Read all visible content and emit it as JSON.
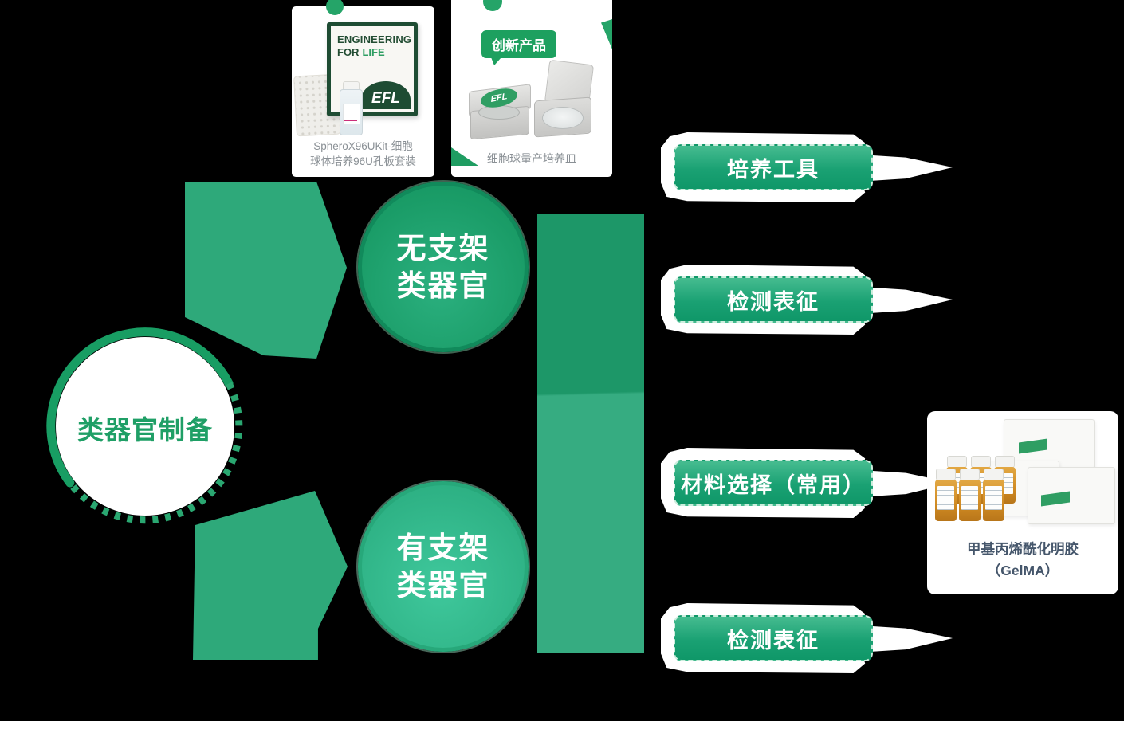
{
  "colors": {
    "background": "#000000",
    "band_dark_green": "#1d9768",
    "band_light_green": "#36ac81",
    "wedge_green": "#2ea97a",
    "button_green_top": "#46bc90",
    "button_green_bottom": "#0f9768",
    "badge_green": "#1da05f",
    "kit_box_dark_green": "#1e4c33",
    "root_text_green": "#1f9f66",
    "node_top_green": "#1a9c67",
    "node_bottom_green": "#2fb386"
  },
  "products": {
    "sphero_kit": {
      "box_line1": "ENGINEERING",
      "box_line2_a": "FOR",
      "box_line2_b": "LIFE",
      "logo": "EFL",
      "caption_line1": "SpheroX96UKit-细胞",
      "caption_line2": "球体培养96U孔板套装"
    },
    "mass_dish": {
      "badge": "创新产品",
      "logo": "EFL",
      "caption": "细胞球量产培养皿"
    },
    "gelma": {
      "caption_line1": "甲基丙烯酰化明胶",
      "caption_line2": "（GelMA）"
    }
  },
  "diagram": {
    "root_label": "类器官制备",
    "branch_top": {
      "line1": "无支架",
      "line2": "类器官"
    },
    "branch_bottom": {
      "line1": "有支架",
      "line2": "类器官"
    },
    "steps": [
      {
        "label": "培养工具"
      },
      {
        "label": "检测表征"
      },
      {
        "label": "材料选择（常用）"
      },
      {
        "label": "检测表征"
      }
    ]
  }
}
